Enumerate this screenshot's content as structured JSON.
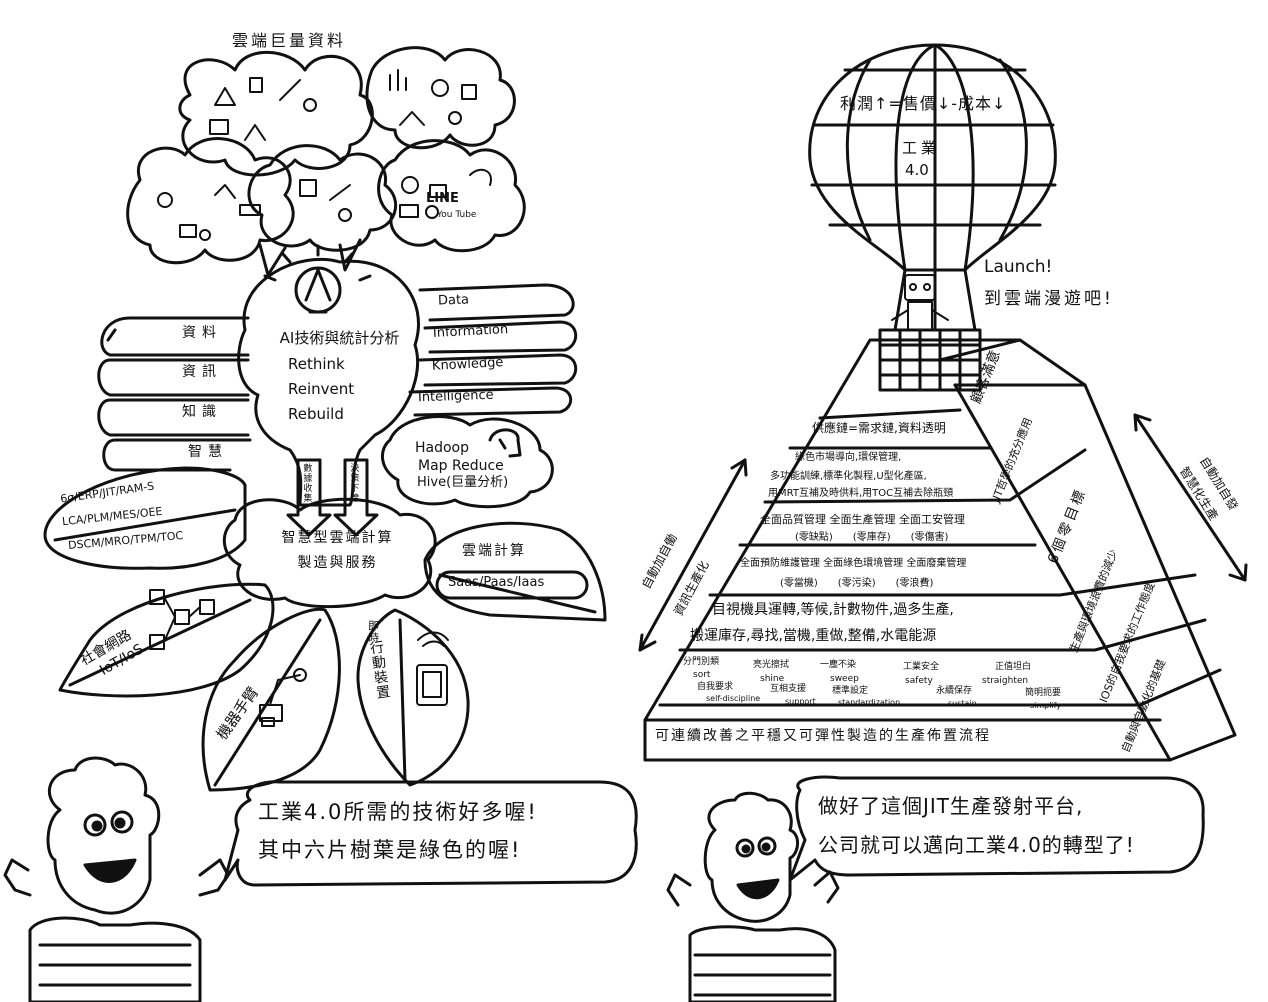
{
  "left": {
    "cloud_title": "雲端巨量資料",
    "cloud_logo_texts": {
      "line": "LINE",
      "youtube": "You Tube"
    },
    "bulb": {
      "line1": "AI技術與統計分析",
      "line2": "Rethink",
      "line3": "Reinvent",
      "line4": "Rebuild"
    },
    "arrows_zh": [
      "資料",
      "資訊",
      "知識",
      "智慧"
    ],
    "arrows_en": [
      "Data",
      "Information",
      "Knowledge",
      "Intelligence"
    ],
    "hadoop": {
      "line1": "Hadoop",
      "line2": "Map Reduce",
      "line3": "Hive(巨量分析)"
    },
    "down_arrows": [
      "數據收集",
      "決策下達"
    ],
    "leaf_methods": [
      "6σ/ERP/JIT/RAM-S",
      "LCA/PLM/MES/OEE",
      "DSCM/MRO/TPM/TOC"
    ],
    "center_cloud": {
      "line1": "智慧型雲端計算",
      "line2": "製造與服務"
    },
    "leaf_cloud": {
      "title": "雲端計算",
      "sub": "Saas/Paas/Iaas"
    },
    "leaf_iot": {
      "line1": "社會網路",
      "line2": "IoT/IoS"
    },
    "leaf_robot": {
      "line1": "機器手臂"
    },
    "leaf_mobile": {
      "line1": "行動裝置",
      "line2": "即時"
    },
    "speech": {
      "line1": "工業4.0所需的技術好多喔!",
      "line2": "其中六片樹葉是綠色的喔!"
    }
  },
  "right": {
    "balloon": {
      "formula": "利潤↑=售價↓-成本↓",
      "label1": "工業",
      "label2": "4.0"
    },
    "launch": {
      "line1": "Launch!",
      "line2": "到雲端漫遊吧!"
    },
    "pyramid_rows": [
      {
        "text": "供應鏈=需求鏈,資料透明"
      },
      {
        "text": "綠色市場導向,環保管理,"
      },
      {
        "text": "多功能訓練,標準化製程,U型化產區,"
      },
      {
        "text": "用MRT互補及時供料,用TOC互補去除瓶頸"
      },
      {
        "text": "全面品質管理 全面生產管理 全面工安管理"
      },
      {
        "text": "(零缺點)　　(零庫存)　　(零傷害)"
      },
      {
        "text": "全面預防維護管理 全面綠色環境管理 全面廢棄管理"
      },
      {
        "text": "(零當機)　　(零污染)　　(零浪費)"
      },
      {
        "text": "目視機具運轉,等候,計數物件,過多生產,"
      },
      {
        "text": "搬運庫存,尋找,當機,重做,整備,水電能源"
      }
    ],
    "fives": {
      "zh": [
        "分門別類",
        "亮光擦拭",
        "一塵不染",
        "工業安全",
        "正值坦白"
      ],
      "en1": [
        "sort",
        "shine",
        "sweep",
        "safety",
        "straighten"
      ],
      "zh2": [
        "自我要求",
        "互相支援",
        "標準設定",
        "永續保存",
        "簡明扼要"
      ],
      "en2": [
        "self-discipline",
        "support",
        "standardization",
        "sustain",
        "simplify"
      ]
    },
    "base": "可連續改善之平穩又可彈性製造的生產佈置流程",
    "side_labels": [
      "顧客滿意",
      "JIT哲學的充分應用",
      "6個零目標",
      "生產與環境浪費的減少",
      "IOS的自我要求的工作態度",
      "自動與自動化的基礎"
    ],
    "left_arrow": {
      "line1": "自動加自働",
      "line2": "資訊生產化"
    },
    "right_arrow": {
      "line1": "自動加自發",
      "line2": "智慧化生產"
    },
    "speech": {
      "line1": "做好了這個JIT生產發射平台,",
      "line2": "公司就可以邁向工業4.0的轉型了!"
    }
  },
  "icons": [
    "cloud-icon",
    "lightbulb-icon",
    "elephant-icon",
    "robot-icon",
    "wifi-icon",
    "tablet-icon",
    "robot-arm-icon",
    "network-icon",
    "hot-air-balloon-icon"
  ]
}
